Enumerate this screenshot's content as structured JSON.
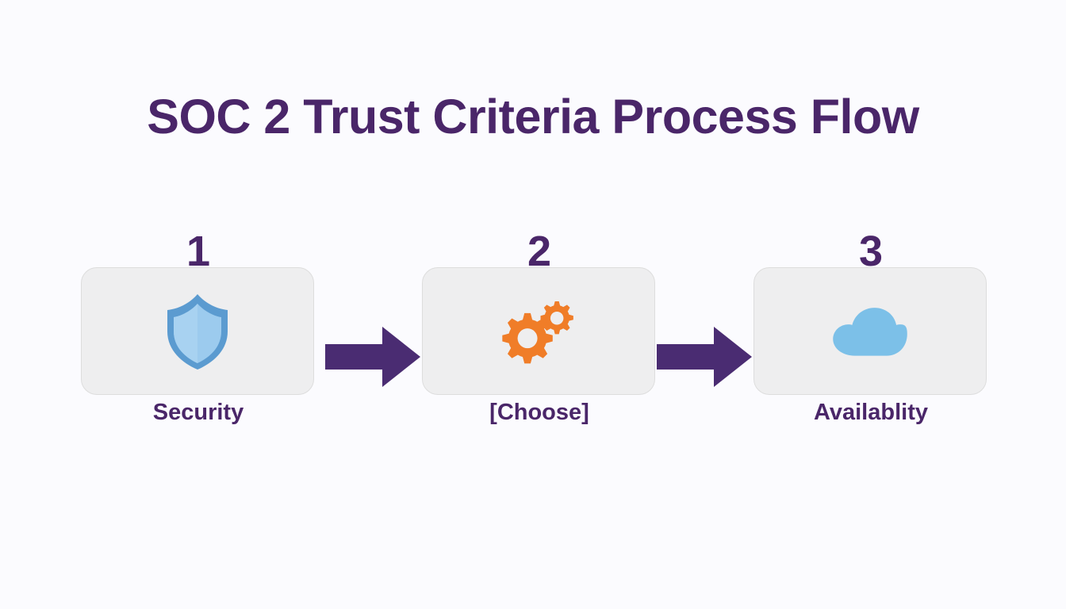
{
  "page": {
    "title": "SOC 2 Trust Criteria Process Flow",
    "background_color": "#fbfbfe",
    "accent_color": "#4a2669",
    "card_fill_color": "#eeeeef",
    "card_border_color": "#dddddd",
    "arrow_color": "#4a2c72"
  },
  "flow": {
    "steps": [
      {
        "number": "1",
        "label": "Security",
        "icon": "shield-icon",
        "icon_colors": {
          "outer": "#5b9bd0",
          "inner": "#8ec4ea"
        }
      },
      {
        "number": "2",
        "label": "[Choose]",
        "icon": "gears-icon",
        "icon_colors": {
          "outer": "#f07d28",
          "inner": "#f07d28"
        }
      },
      {
        "number": "3",
        "label": "Availablity",
        "icon": "cloud-icon",
        "icon_colors": {
          "outer": "#7cc0e8",
          "inner": "#7cc0e8"
        }
      }
    ],
    "connectors": [
      {
        "type": "arrow-right",
        "from": "1",
        "to": "2"
      },
      {
        "type": "arrow-right",
        "from": "2",
        "to": "3"
      }
    ]
  }
}
